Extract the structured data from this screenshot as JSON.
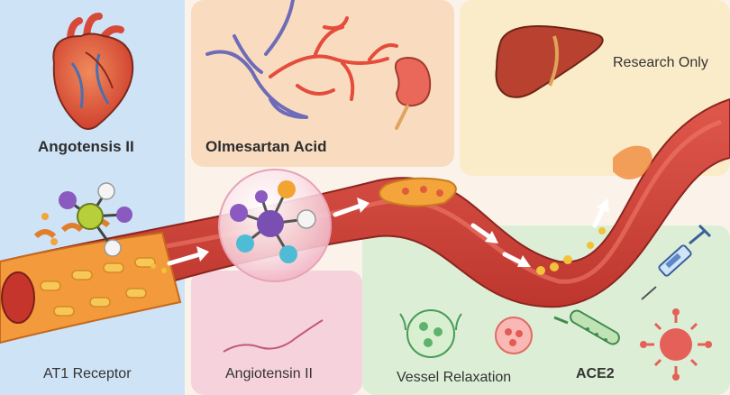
{
  "labels": {
    "angiotensin_panel": "Angotensis II",
    "olmesartan_panel": "Olmesartan Acid",
    "research_note": "Research Only",
    "receptor_panel": "AT1 Receptor",
    "angiotensin_bottom": "Angiotensin II",
    "vessel_relaxation": "Vessel Relaxation",
    "ace2": "ACE2"
  },
  "icons": [
    "heart-icon",
    "nerve-icon",
    "kidney-icon",
    "liver-icon",
    "molecule-icon",
    "syringe-icon",
    "cell-icon",
    "thermometer-icon",
    "virus-icon"
  ],
  "colors": {
    "panel_blue": "#cfe3f6",
    "panel_peach": "#f9dcc0",
    "panel_cream": "#fbecc9",
    "panel_pink": "#f6d3dc",
    "panel_green": "#dcefd6",
    "vessel_red": "#cc3b30",
    "vessel_inner": "#e9534a",
    "receptor_orange": "#f39a3c"
  }
}
